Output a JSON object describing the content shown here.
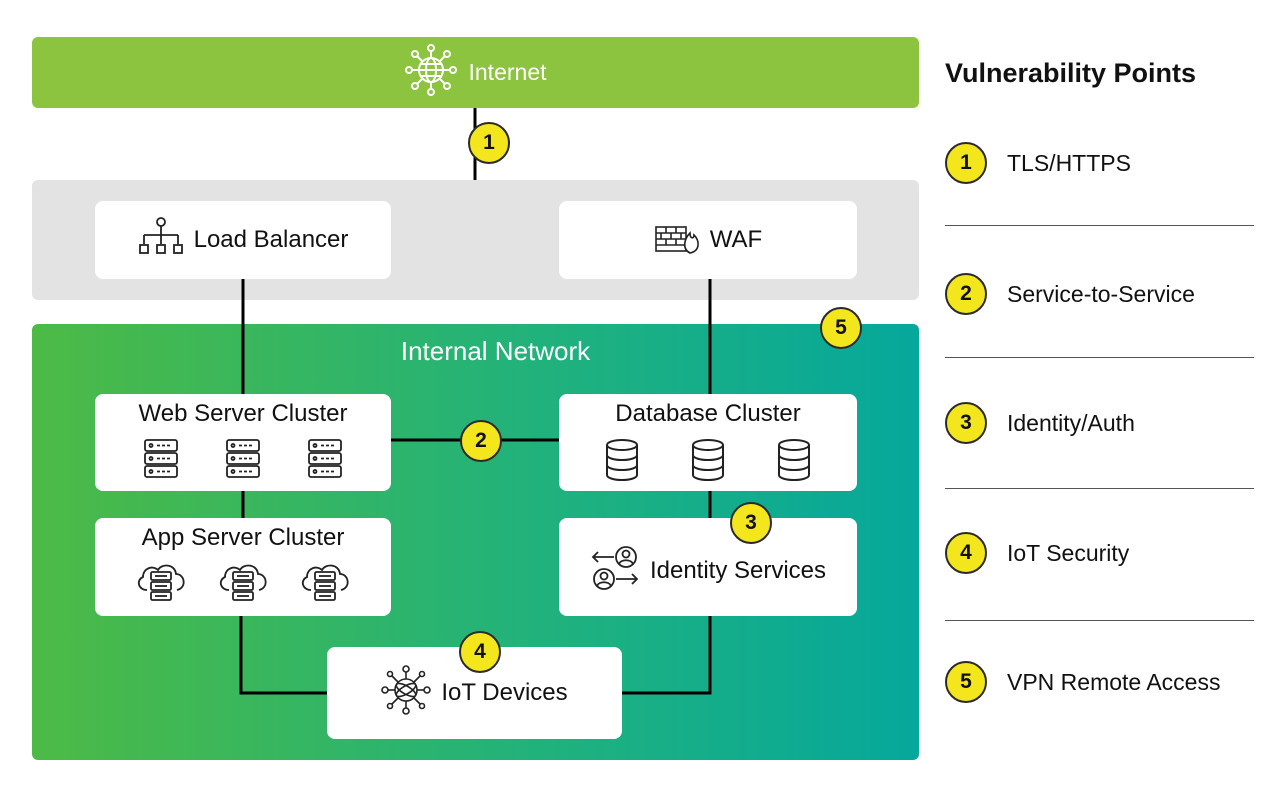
{
  "internet": {
    "label": "Internet",
    "icon": "globe-network-icon"
  },
  "edge": {
    "load_balancer": {
      "label": "Load Balancer",
      "icon": "load-balancer-icon"
    },
    "waf": {
      "label": "WAF",
      "icon": "firewall-icon"
    }
  },
  "internal": {
    "title": "Internal Network",
    "web_cluster": {
      "label": "Web Server Cluster",
      "icon": "server-rack-icon"
    },
    "db_cluster": {
      "label": "Database Cluster",
      "icon": "database-icon"
    },
    "app_cluster": {
      "label": "App Server Cluster",
      "icon": "cloud-server-icon"
    },
    "identity": {
      "label": "Identity Services",
      "icon": "user-exchange-icon"
    },
    "iot": {
      "label": "IoT Devices",
      "icon": "iot-network-icon"
    }
  },
  "badges": [
    "1",
    "2",
    "3",
    "4",
    "5"
  ],
  "legend": {
    "title": "Vulnerability Points",
    "items": [
      {
        "num": "1",
        "label": "TLS/HTTPS"
      },
      {
        "num": "2",
        "label": "Service-to-Service"
      },
      {
        "num": "3",
        "label": "Identity/Auth"
      },
      {
        "num": "4",
        "label": "IoT Security"
      },
      {
        "num": "5",
        "label": "VPN Remote Access"
      }
    ]
  },
  "colors": {
    "internet_bar": "#8cc43f",
    "edge_zone": "#e3e3e3",
    "internal_start": "#4dba45",
    "internal_end": "#06a89c",
    "badge": "#f4e61c"
  }
}
